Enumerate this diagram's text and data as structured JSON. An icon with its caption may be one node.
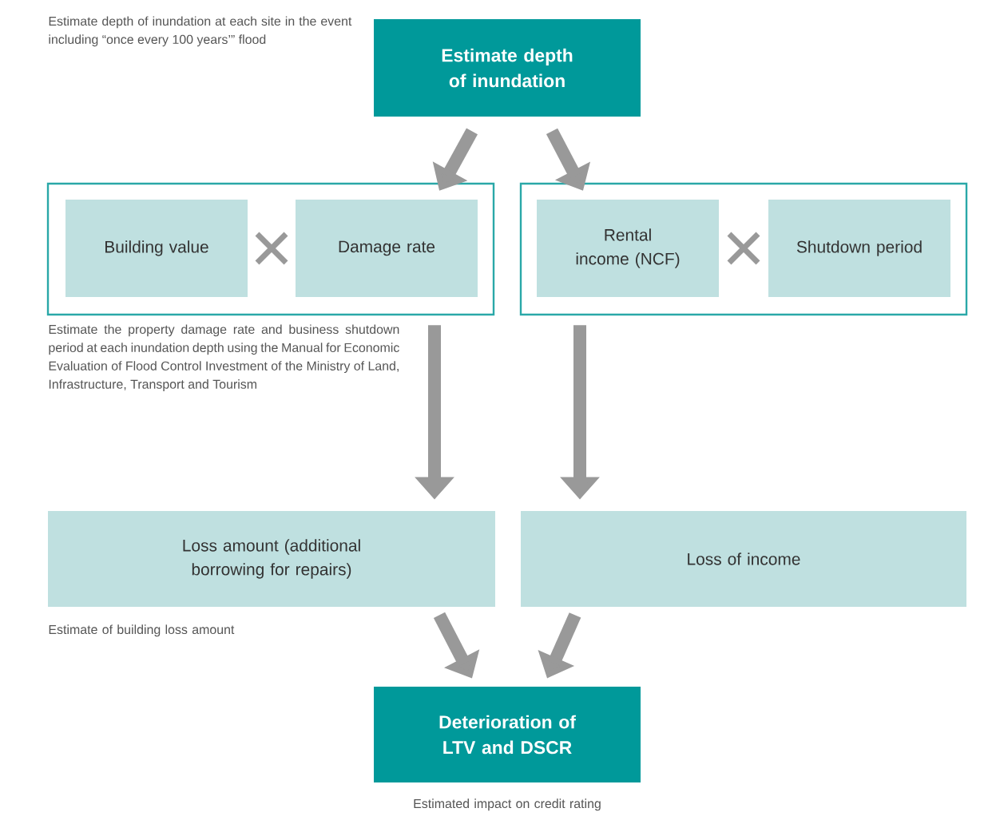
{
  "diagram": {
    "nodes": [
      {
        "text": [
          "Estimate depth of inundation"
        ],
        "beside": [
          "Estimate depth of inundation at each site in the event including “once every 100 years’” flood"
        ]
      },
      {
        "text": [],
        "shape": "box",
        "beside": [
          "Estimate the property damage rate and business shutdown period at each inundation depth using the Manual for Economic Evaluation of Flood Control Investment of the Ministry of Land, Infrastructure, Transport and Tourism"
        ]
      },
      {
        "text": [
          "Building value"
        ],
        "in": 1
      },
      {
        "text": [
          "Damage rate"
        ],
        "in": 1
      },
      {
        "text": [],
        "shape": "box"
      },
      {
        "text": [
          "Rental income (NCF)"
        ],
        "in": 4
      },
      {
        "text": [
          "Shutdown period"
        ],
        "in": 4
      },
      {
        "text": [
          "Loss amount (additional borrowing for repairs)"
        ],
        "beside": [
          "Estimate of building loss amount"
        ]
      },
      {
        "text": [
          "Loss of income"
        ]
      },
      {
        "text": [
          "Deterioration of LTV and DSCR"
        ],
        "beside": [
          "Estimated impact on credit rating"
        ]
      }
    ],
    "edges": [
      {
        "from": 0,
        "to": 1,
        "arrow": "to"
      },
      {
        "from": 0,
        "to": 4,
        "arrow": "to"
      },
      {
        "from": 1,
        "to": 7,
        "arrow": "to"
      },
      {
        "from": 4,
        "to": 8,
        "arrow": "to"
      },
      {
        "from": 7,
        "to": 9,
        "arrow": "to"
      },
      {
        "from": 8,
        "to": 9,
        "arrow": "to"
      }
    ]
  }
}
